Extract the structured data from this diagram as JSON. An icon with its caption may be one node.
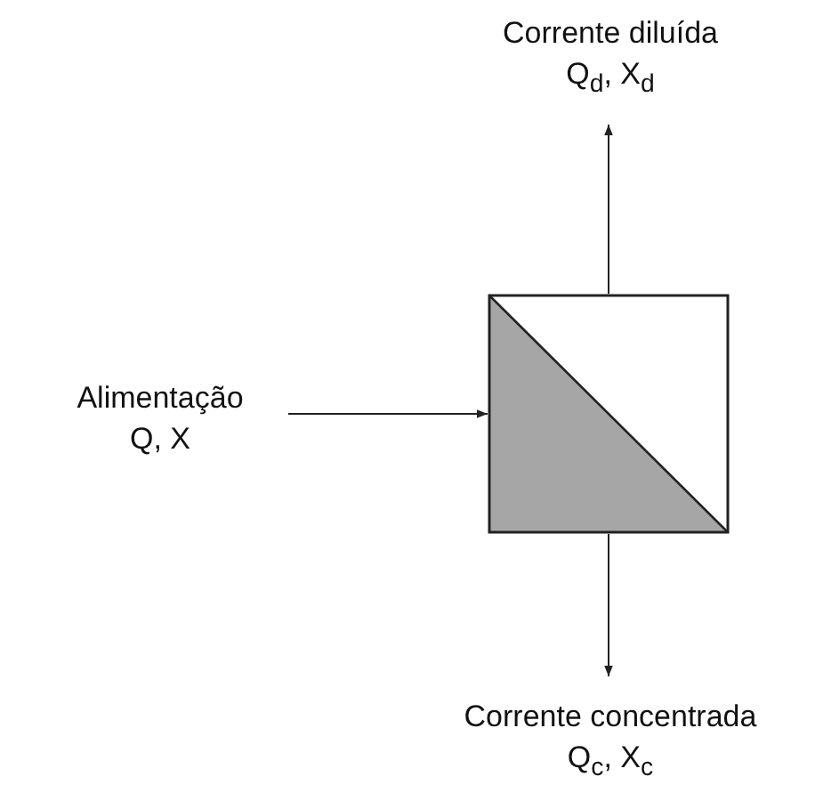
{
  "diagram": {
    "nodes": [
      {
        "text": [
          "Corrente diluída",
          "Q$_{d}$, X$_{d}$"
        ]
      },
      {
        "text": [
          "Alimentação",
          "Q, X"
        ]
      },
      {
        "text": [],
        "shape": "box"
      },
      {
        "text": [
          "Corrente concentrada",
          "Q$_{c}$, X$_{c}$"
        ]
      }
    ],
    "edges": [
      {
        "from": 1,
        "to": 2,
        "arrow": "to"
      },
      {
        "from": 2,
        "to": 0,
        "arrow": "to"
      },
      {
        "from": 2,
        "to": 3,
        "arrow": "to"
      }
    ]
  }
}
